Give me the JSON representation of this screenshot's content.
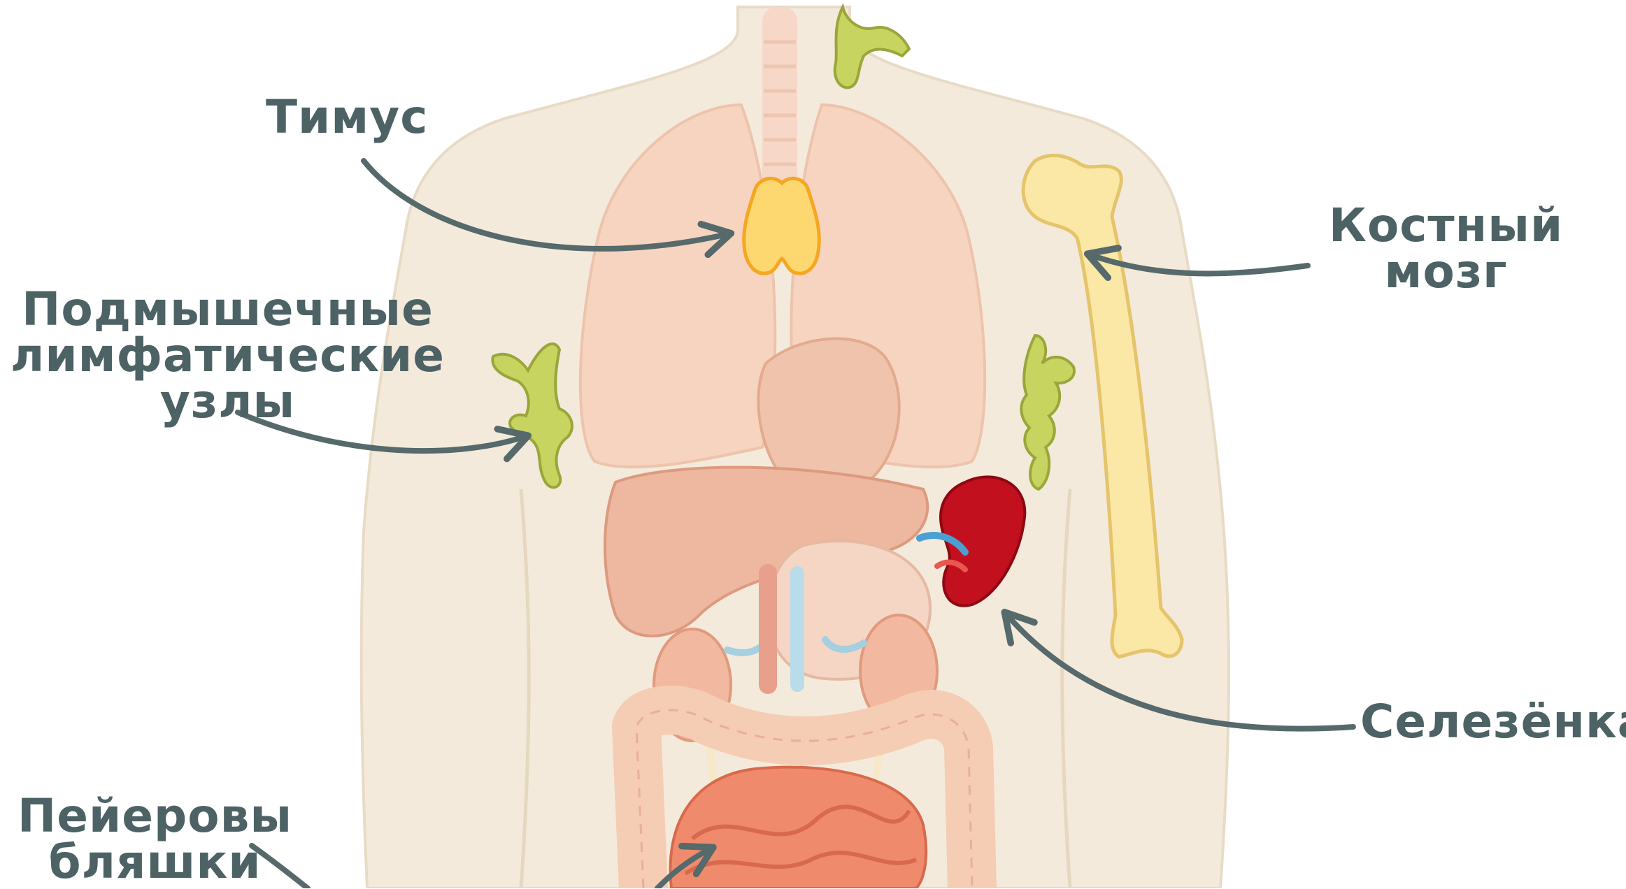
{
  "labels": {
    "thymus": [
      "Тимус"
    ],
    "bone_marrow": [
      "Костный",
      "мозг"
    ],
    "axillary_nodes": [
      "Подмышечные",
      "лимфатические",
      "узлы"
    ],
    "spleen": [
      "Селезёнка"
    ],
    "peyer_patches": [
      "Пейеровы",
      "бляшки"
    ]
  },
  "colors": {
    "label_text": "#4d6264",
    "arrow": "#56696b",
    "body_skin": "#f4eadb",
    "lungs": "#f7d4c0",
    "thymus": "#fdd870",
    "lymph_nodes": "#c8d460",
    "spleen": "#c2101e",
    "bone": "#fbe8a6",
    "intestine": "#f5ccb4",
    "small_intestine": "#ef8b6c"
  }
}
